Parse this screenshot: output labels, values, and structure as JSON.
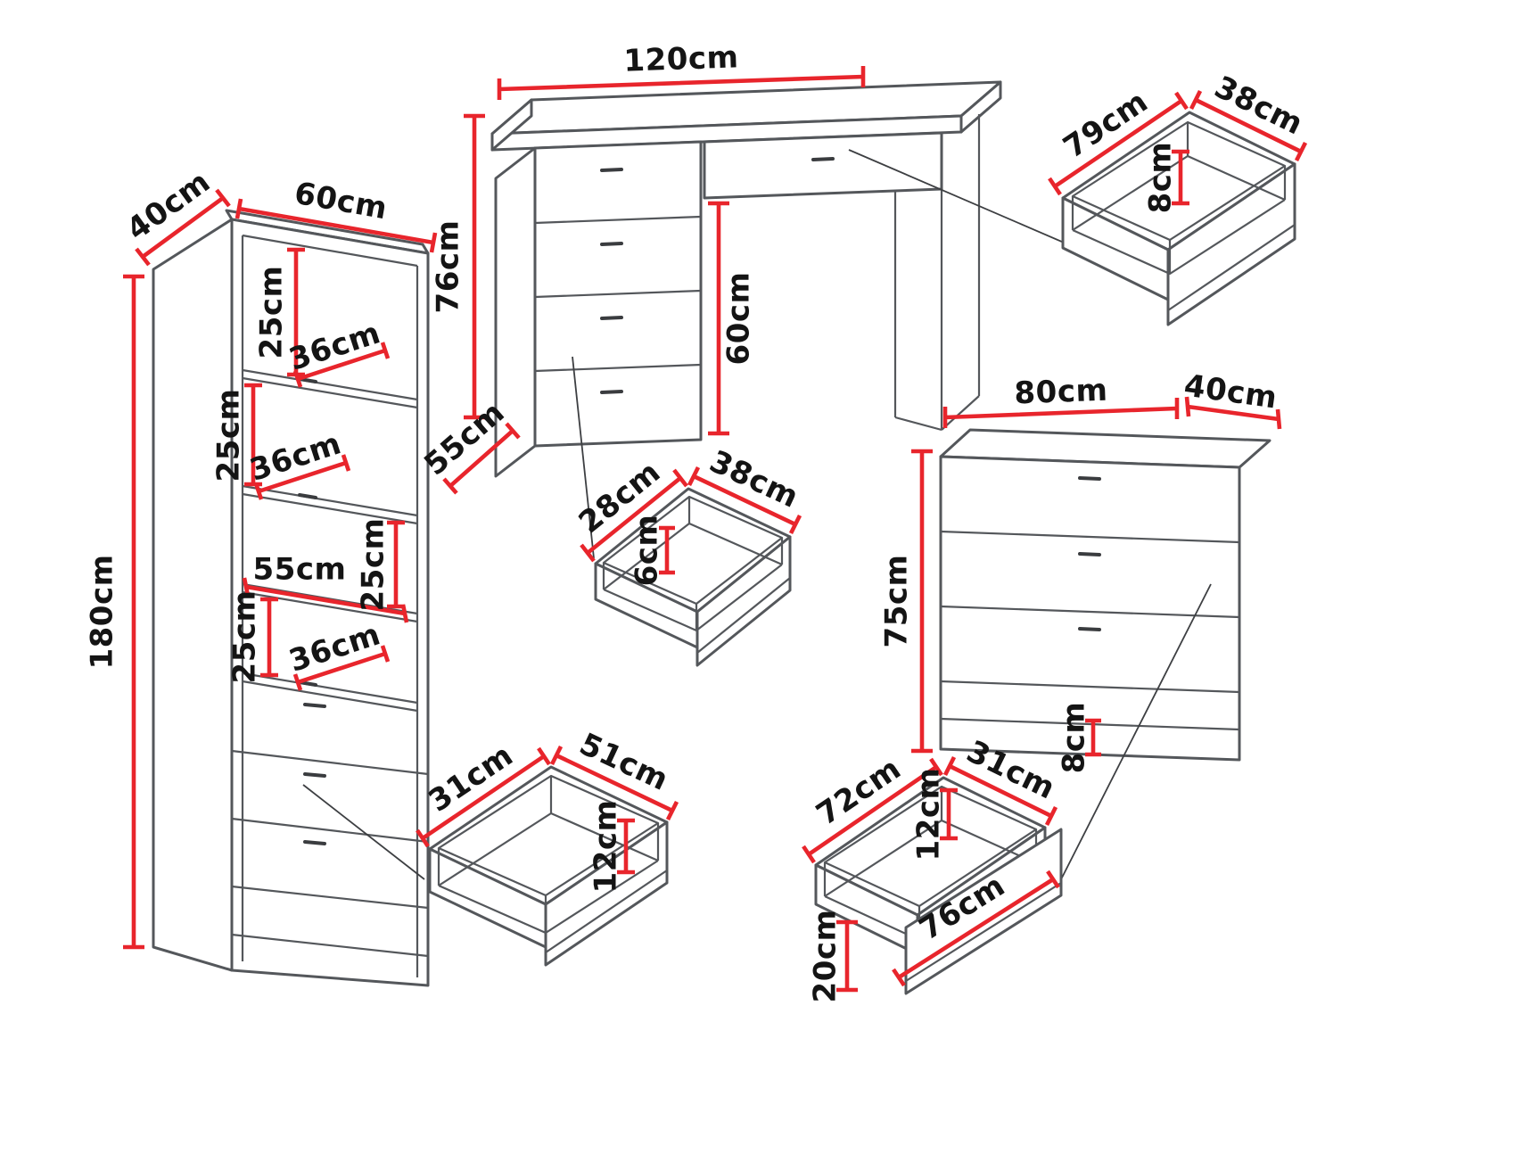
{
  "colors": {
    "background": "#ffffff",
    "outline": "#54575b",
    "dimension": "#e8252c",
    "label": "#141414",
    "leader": "#3d3f42"
  },
  "pieces": {
    "wardrobe": {
      "labels": {
        "depth": "40cm",
        "width": "60cm",
        "height": "180cm",
        "section1": "25cm",
        "shelf1_depth": "36cm",
        "section2": "25cm",
        "shelf2_depth": "36cm",
        "section3": "25cm",
        "interior_width": "55cm",
        "section4": "25cm",
        "shelf3_depth": "36cm"
      }
    },
    "desk": {
      "labels": {
        "width": "120cm",
        "height": "76cm",
        "depth": "55cm",
        "opening_height": "60cm"
      }
    },
    "drawer_top_right": {
      "labels": {
        "length": "79cm",
        "width": "38cm",
        "height": "8cm"
      }
    },
    "drawer_center": {
      "labels": {
        "length": "28cm",
        "width": "38cm",
        "height": "6cm"
      }
    },
    "chest": {
      "labels": {
        "width": "80cm",
        "depth": "40cm",
        "height": "75cm",
        "plinth": "8cm"
      }
    },
    "drawer_bottom_center": {
      "labels": {
        "width": "31cm",
        "length": "51cm",
        "height": "12cm"
      }
    },
    "drawer_bottom_right": {
      "labels": {
        "length": "72cm",
        "width": "31cm",
        "height": "12cm",
        "front_height": "20cm",
        "front_width": "76cm"
      }
    }
  }
}
